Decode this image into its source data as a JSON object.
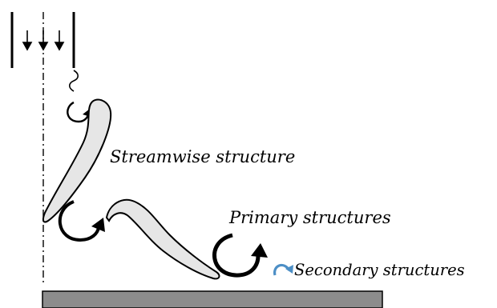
{
  "labels": {
    "streamwise": "Streamwise structure",
    "primary": "Primary structures",
    "secondary": "Secondary structures"
  },
  "colors": {
    "structure_fill": "#e6e6e6",
    "outline": "#000000",
    "wall": "#8c8c8c",
    "secondary_arrow": "#4d8fc6"
  }
}
